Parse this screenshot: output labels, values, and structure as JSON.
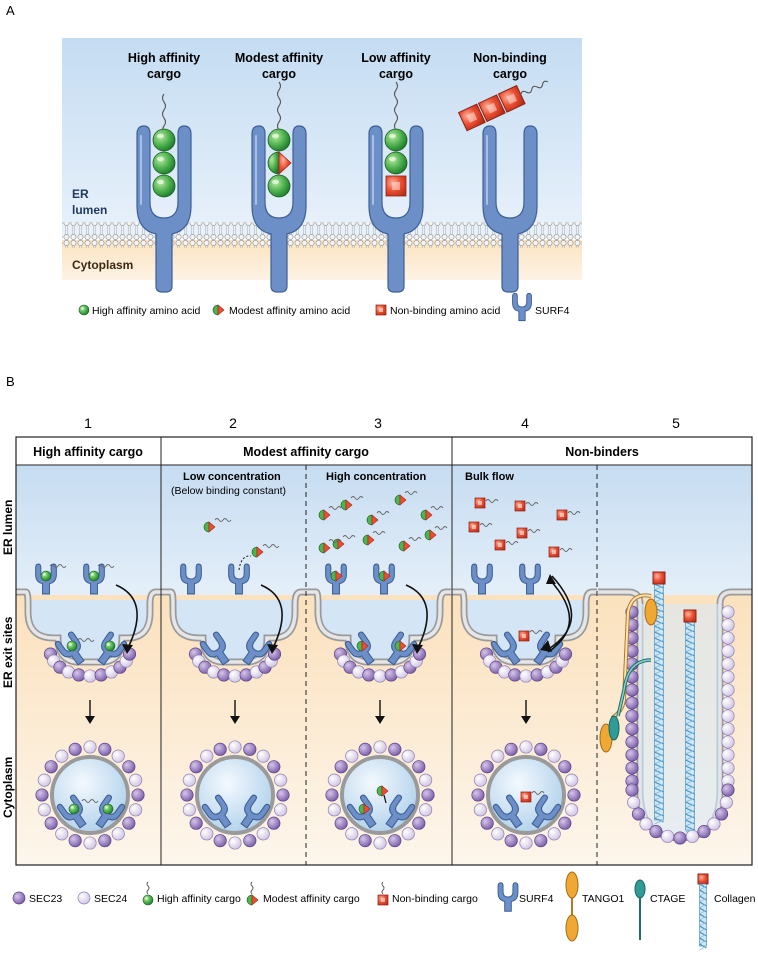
{
  "panel_a": {
    "letter": "A",
    "cargo_titles": [
      {
        "line1": "High affinity",
        "line2": "cargo"
      },
      {
        "line1": "Modest affinity",
        "line2": "cargo"
      },
      {
        "line1": "Low affinity",
        "line2": "cargo"
      },
      {
        "line1": "Non-binding",
        "line2": "cargo"
      }
    ],
    "er_lumen_1": "ER",
    "er_lumen_2": "lumen",
    "cytoplasm": "Cytoplasm",
    "legend": {
      "high": "High affinity amino acid",
      "modest": "Modest affinity amino acid",
      "nonbinding": "Non-binding amino acid",
      "surf4": "SURF4"
    }
  },
  "panel_b": {
    "letter": "B",
    "numbers": [
      "1",
      "2",
      "3",
      "4",
      "5"
    ],
    "headers": {
      "high": "High affinity cargo",
      "modest": "Modest affinity cargo",
      "non": "Non-binders"
    },
    "sub": {
      "low_conc": "Low concentration",
      "below": "(Below binding constant)",
      "high_conc": "High concentration",
      "bulk": "Bulk flow"
    },
    "side_labels": {
      "lumen": "ER lumen",
      "exit": "ER exit sites",
      "cyto": "Cytoplasm"
    },
    "legend": {
      "sec23": "SEC23",
      "sec24": "SEC24",
      "high": "High affinity cargo",
      "modest": "Modest affinity cargo",
      "nonbinding": "Non-binding cargo",
      "surf4": "SURF4",
      "tango1": "TANGO1",
      "ctage": "CTAGE",
      "collagen": "Collagen"
    }
  },
  "colors": {
    "lumen": "#cfe3f4",
    "cytoplasm": "#fbe9cc",
    "surf4": "#6c8fc7",
    "green": "#3ea54a",
    "red": "#e8472e",
    "sec23": "#9b7fbf",
    "sec24": "#e2dbef",
    "tango1": "#f0a834",
    "ctage": "#2f9c98",
    "collagen": "#6fb3d8"
  }
}
